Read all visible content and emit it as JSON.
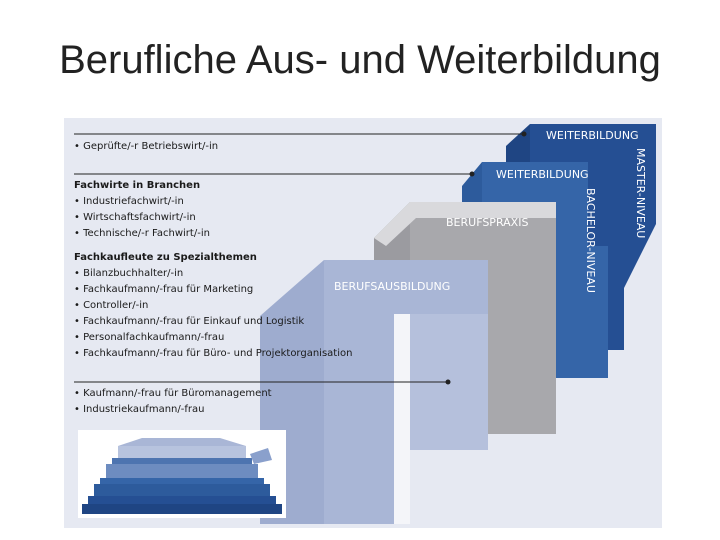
{
  "title": "Berufliche Aus- und Weiterbildung",
  "diagram": {
    "levels": {
      "master_top": "WEITERBILDUNG",
      "master_side": "MASTER-NIVEAU",
      "bachelor_top": "WEITERBILDUNG",
      "bachelor_side": "BACHELOR-NIVEAU",
      "praxis": "BERUFSPRAXIS",
      "ausbildung": "BERUFSAUSBILDUNG"
    },
    "list_master": [
      "• Geprüfte/-r Betriebswirt/-in"
    ],
    "group_fachwirte": {
      "heading": "Fachwirte in Branchen",
      "items": [
        "• Industriefachwirt/-in",
        "• Wirtschaftsfachwirt/-in",
        "• Technische/-r Fachwirt/-in"
      ]
    },
    "group_fachkaufleute": {
      "heading": "Fachkaufleute zu Spezialthemen",
      "items": [
        "• Bilanzbuchhalter/-in",
        "• Fachkaufmann/-frau für Marketing",
        "• Controller/-in",
        "• Fachkaufmann/-frau für Einkauf und Logistik",
        "• Personalfachkaufmann/-frau",
        "• Fachkaufmann/-frau für Büro- und Projektorganisation"
      ]
    },
    "list_ausbildung": [
      "• Kaufmann/-frau für Büromanagement",
      "• Industriekaufmann/-frau"
    ]
  },
  "colors": {
    "background": "#e6e9f2",
    "master": "#254f93",
    "bachelor": "#3565a8",
    "praxis": "#a8a8ac",
    "ausbildung": "#a9b6d6",
    "connector": "#222222"
  }
}
